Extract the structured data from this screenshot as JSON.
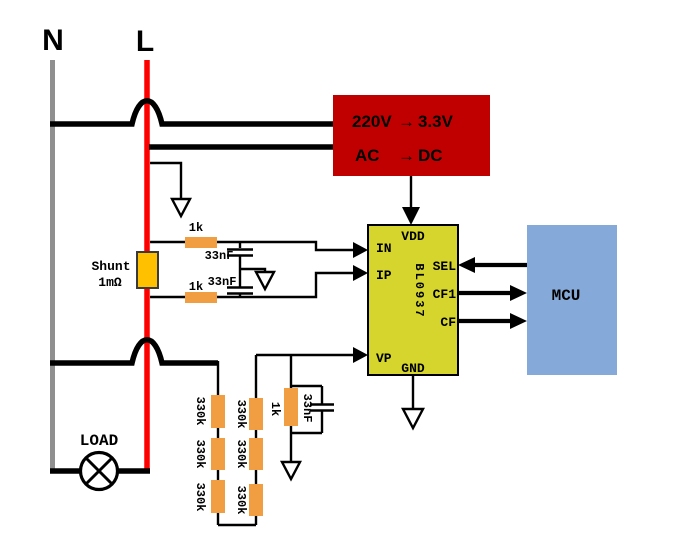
{
  "labels": {
    "neutral": "N",
    "live": "L",
    "load": "LOAD",
    "shunt_name": "Shunt",
    "shunt_value": "1mΩ"
  },
  "psu": {
    "row1": [
      "220V",
      "→",
      "3.3V"
    ],
    "row2": [
      "AC",
      "→",
      "DC"
    ]
  },
  "chip": {
    "name": "BL0937",
    "pin_vdd": "VDD",
    "pin_in": "IN",
    "pin_ip": "IP",
    "pin_vp": "VP",
    "pin_sel": "SEL",
    "pin_cf1": "CF1",
    "pin_cf": "CF",
    "pin_gnd": "GND"
  },
  "mcu": {
    "label": "MCU"
  },
  "components": {
    "r_in": "1k",
    "c_in": "33nF",
    "r_ip": "1k",
    "c_ip": "33nF",
    "divider1": [
      "330k",
      "330k",
      "330k"
    ],
    "divider2": [
      "330k",
      "330k",
      "330k"
    ],
    "r_vp": "1k",
    "c_vp": "33nF"
  },
  "colors": {
    "psu": "#c00000",
    "psu_text": "#ffffff",
    "chip": "#d5d52e",
    "mcu": "#85aad9",
    "resistor": "#f09e41",
    "shunt": "#ffc000",
    "live": "#ff0000",
    "neutral": "#8f8f8f",
    "wire": "#000000"
  }
}
